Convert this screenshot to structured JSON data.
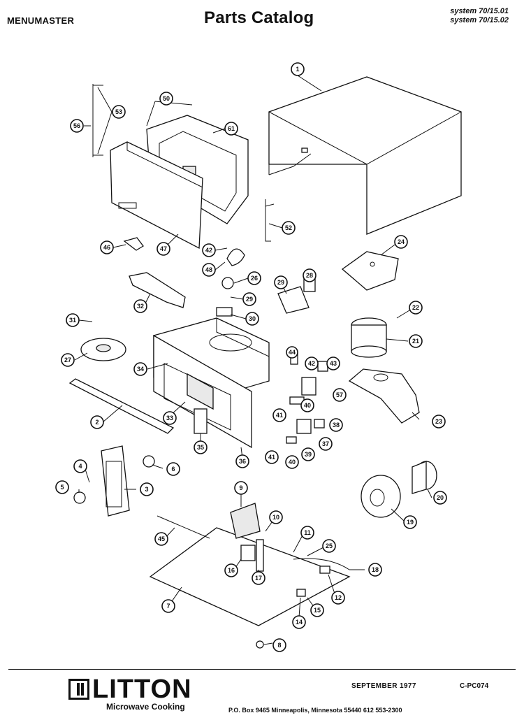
{
  "header": {
    "brand": "MENUMASTER",
    "title": "Parts Catalog",
    "systems": [
      "system 70/15.01",
      "system 70/15.02"
    ]
  },
  "callouts": [
    {
      "n": "1"
    },
    {
      "n": "50"
    },
    {
      "n": "53"
    },
    {
      "n": "56"
    },
    {
      "n": "61"
    },
    {
      "n": "52"
    },
    {
      "n": "46"
    },
    {
      "n": "47"
    },
    {
      "n": "42"
    },
    {
      "n": "48"
    },
    {
      "n": "24"
    },
    {
      "n": "26"
    },
    {
      "n": "28"
    },
    {
      "n": "29"
    },
    {
      "n": "32"
    },
    {
      "n": "29"
    },
    {
      "n": "30"
    },
    {
      "n": "22"
    },
    {
      "n": "31"
    },
    {
      "n": "21"
    },
    {
      "n": "27"
    },
    {
      "n": "34"
    },
    {
      "n": "44"
    },
    {
      "n": "42"
    },
    {
      "n": "43"
    },
    {
      "n": "57"
    },
    {
      "n": "41"
    },
    {
      "n": "40"
    },
    {
      "n": "23"
    },
    {
      "n": "2"
    },
    {
      "n": "33"
    },
    {
      "n": "35"
    },
    {
      "n": "36"
    },
    {
      "n": "38"
    },
    {
      "n": "39"
    },
    {
      "n": "37"
    },
    {
      "n": "41"
    },
    {
      "n": "40"
    },
    {
      "n": "4"
    },
    {
      "n": "6"
    },
    {
      "n": "5"
    },
    {
      "n": "3"
    },
    {
      "n": "20"
    },
    {
      "n": "9"
    },
    {
      "n": "10"
    },
    {
      "n": "11"
    },
    {
      "n": "18"
    },
    {
      "n": "25"
    },
    {
      "n": "19"
    },
    {
      "n": "45"
    },
    {
      "n": "16"
    },
    {
      "n": "17"
    },
    {
      "n": "12"
    },
    {
      "n": "7"
    },
    {
      "n": "14"
    },
    {
      "n": "15"
    },
    {
      "n": "8"
    }
  ],
  "footer": {
    "logo": "LITTON",
    "logo_sub": "Microwave Cooking",
    "date": "SEPTEMBER 1977",
    "code": "C-PC074",
    "address": "P.O. Box 9465   Minneapolis, Minnesota 55440   612  553-2300"
  }
}
